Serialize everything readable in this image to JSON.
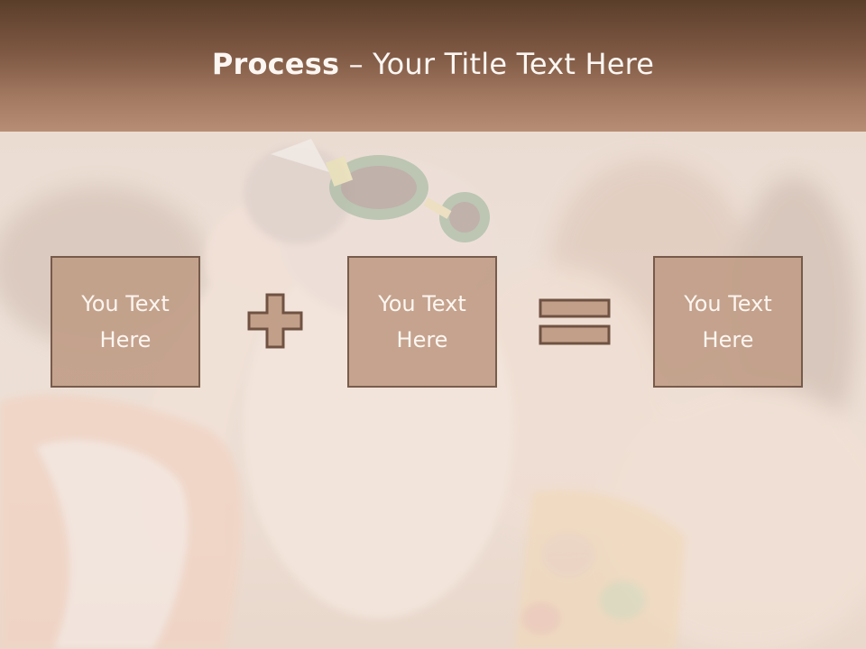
{
  "title": {
    "bold": "Process",
    "rest": " – Your Title Text Here"
  },
  "process": {
    "box1": "You Text Here",
    "operator1": "plus",
    "box2": "You Text Here",
    "operator2": "equals",
    "box3": "You Text Here"
  },
  "colors": {
    "title_bar_top": "#5a3e2a",
    "title_bar_bottom": "#b78e75",
    "box_fill": "#c29f89",
    "box_border": "#6f5242",
    "box_text": "#fff9f4",
    "title_text": "#fbf6f2"
  },
  "icons": [
    "plus-icon",
    "equals-icon"
  ]
}
